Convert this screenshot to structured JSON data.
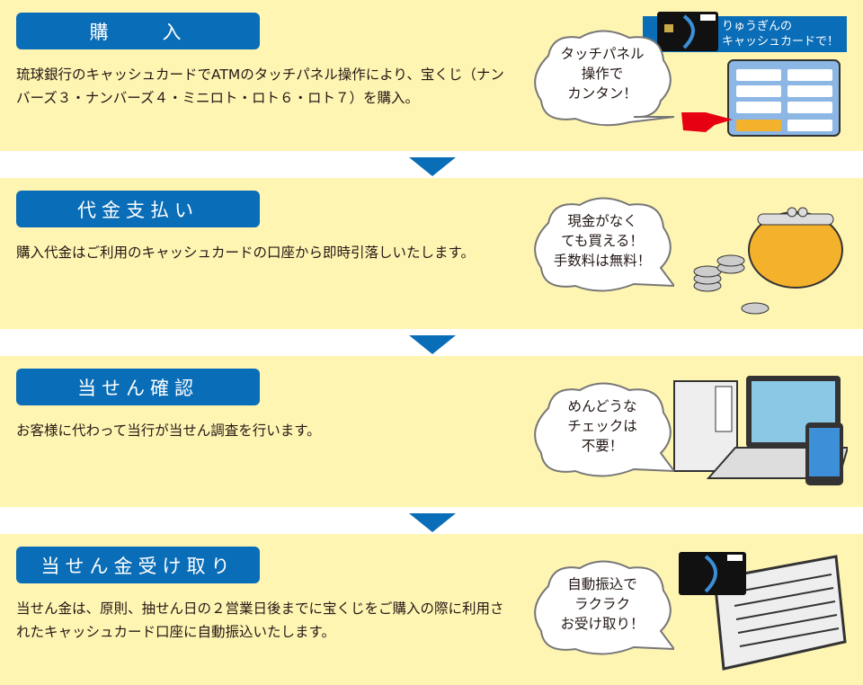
{
  "steps": [
    {
      "title": "購　　入",
      "desc": "琉球銀行のキャッシュカードでATMのタッチパネル操作により、宝くじ（ナンバーズ３・ナンバーズ４・ミニロト・ロト６・ロト７）を購入。",
      "bubble": "タッチパネル\n操作で\nカンタン！",
      "card_label": "りゅうぎんの\nキャッシュカードで！"
    },
    {
      "title": "代金支払い",
      "desc": "購入代金はご利用のキャッシュカードの口座から即時引落しいたします。",
      "bubble": "現金がなく\nても買える！\n手数料は無料！"
    },
    {
      "title": "当せん確認",
      "desc": "お客様に代わって当行が当せん調査を行います。",
      "bubble": "めんどうな\nチェックは\n不要！"
    },
    {
      "title": "当せん金受け取り",
      "desc": "当せん金は、原則、抽せん日の２営業日後までに宝くじをご購入の際に利用されたキャッシュカード口座に自動振込いたします。",
      "bubble": "自動振込で\nラクラク\nお受け取り！"
    }
  ],
  "colors": {
    "band": "#fff5b3",
    "accent": "#0a6db7"
  }
}
